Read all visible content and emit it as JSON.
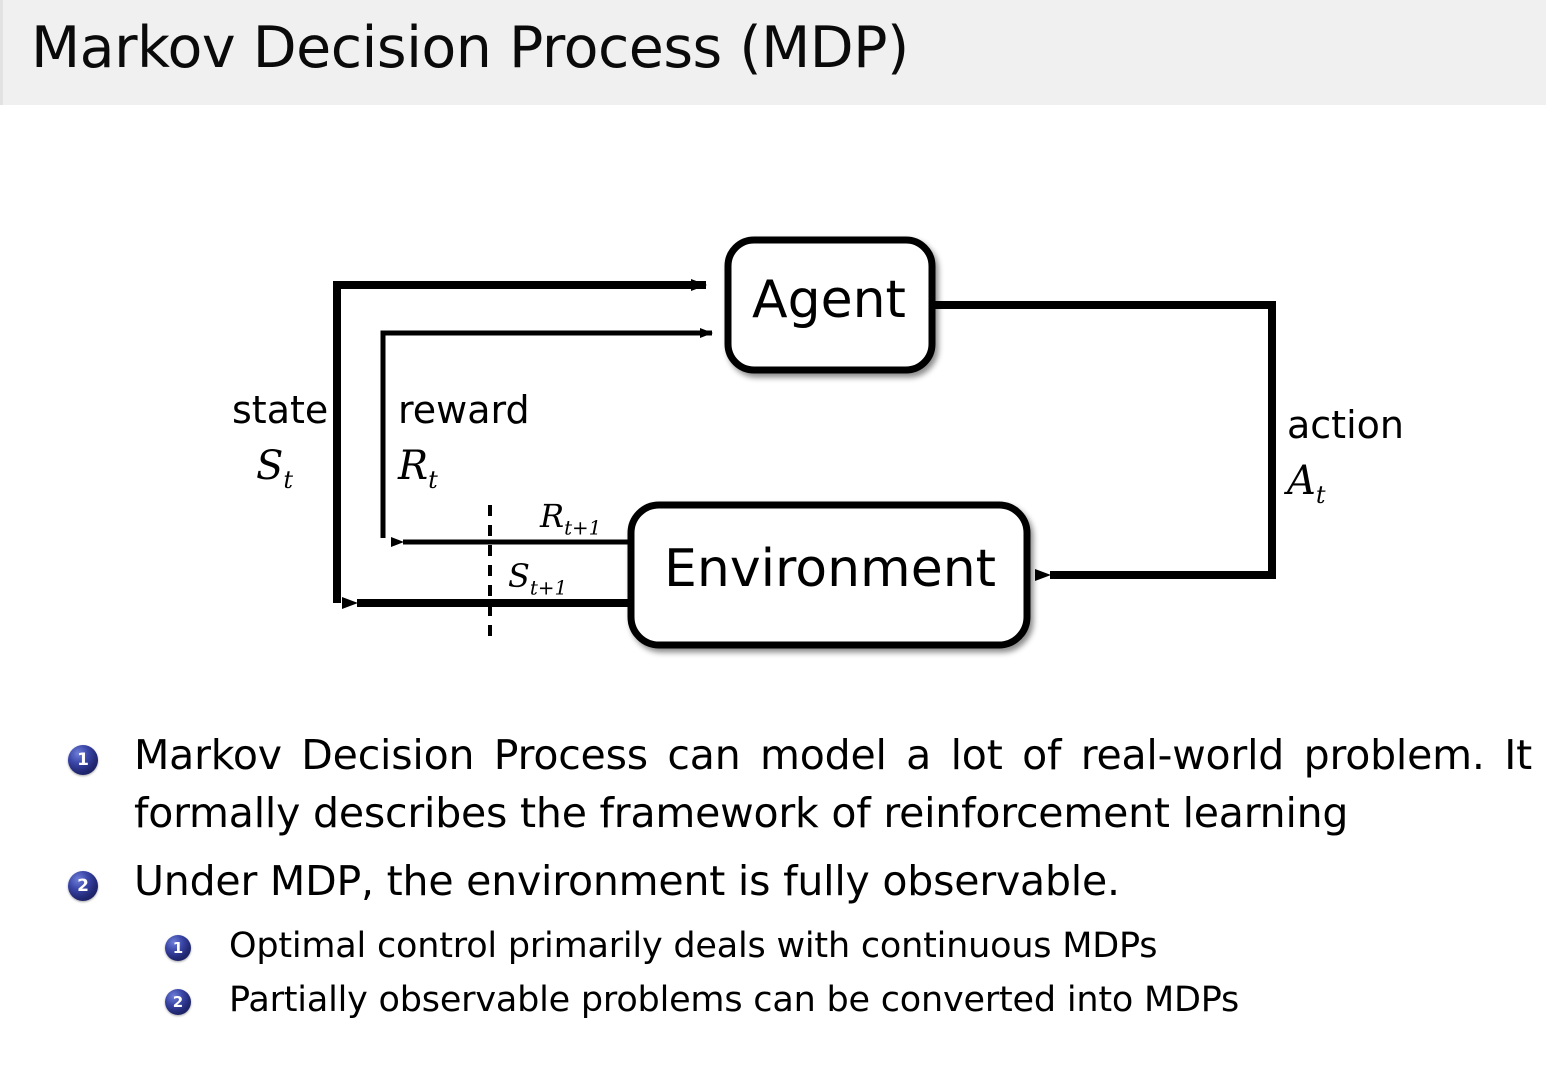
{
  "header": {
    "title": "Markov Decision Process (MDP)",
    "background_color": "#f0f0f0"
  },
  "diagram": {
    "type": "agent-environment-interaction-loop",
    "nodes": [
      {
        "id": "agent",
        "label": "Agent"
      },
      {
        "id": "environment",
        "label": "Environment"
      }
    ],
    "signals": [
      {
        "id": "state",
        "label": "state",
        "symbol": "S",
        "subscript": "t",
        "direction": "environment-to-agent",
        "line": "thick"
      },
      {
        "id": "reward",
        "label": "reward",
        "symbol": "R",
        "subscript": "t",
        "direction": "environment-to-agent",
        "line": "thin"
      },
      {
        "id": "action",
        "label": "action",
        "symbol": "A",
        "subscript": "t",
        "direction": "agent-to-environment",
        "line": "thick"
      }
    ],
    "edge_labels": [
      {
        "id": "reward-next",
        "symbol": "R",
        "subscript": "t+1"
      },
      {
        "id": "state-next",
        "symbol": "S",
        "subscript": "t+1"
      }
    ],
    "time_divider": "dashed-vertical-line",
    "stroke_color": "#000000",
    "fill_color": "#ffffff"
  },
  "bullets": {
    "accent_color": "#232a78",
    "items": [
      {
        "number": "1",
        "level": 1,
        "text": "Markov Decision Process can model a lot of real-world problem. It formally describes the framework of reinforcement learning"
      },
      {
        "number": "2",
        "level": 1,
        "text": "Under MDP, the environment is fully observable."
      },
      {
        "number": "1",
        "level": 2,
        "text": "Optimal control primarily deals with continuous MDPs"
      },
      {
        "number": "2",
        "level": 2,
        "text": "Partially observable problems can be converted into MDPs"
      }
    ]
  }
}
